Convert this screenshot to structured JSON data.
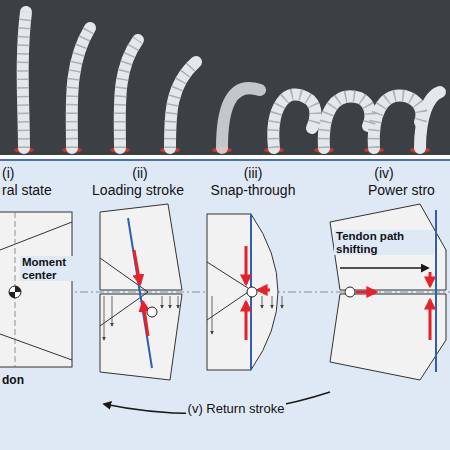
{
  "diagram": {
    "labels": [
      "(i)",
      "ral state",
      "(ii)",
      "Loading stroke",
      "(iii)",
      "Snap-through",
      "(iv)",
      "Power stro",
      "Moment center",
      "Tendon path shifting",
      "don",
      "(v) Return stroke"
    ]
  }
}
